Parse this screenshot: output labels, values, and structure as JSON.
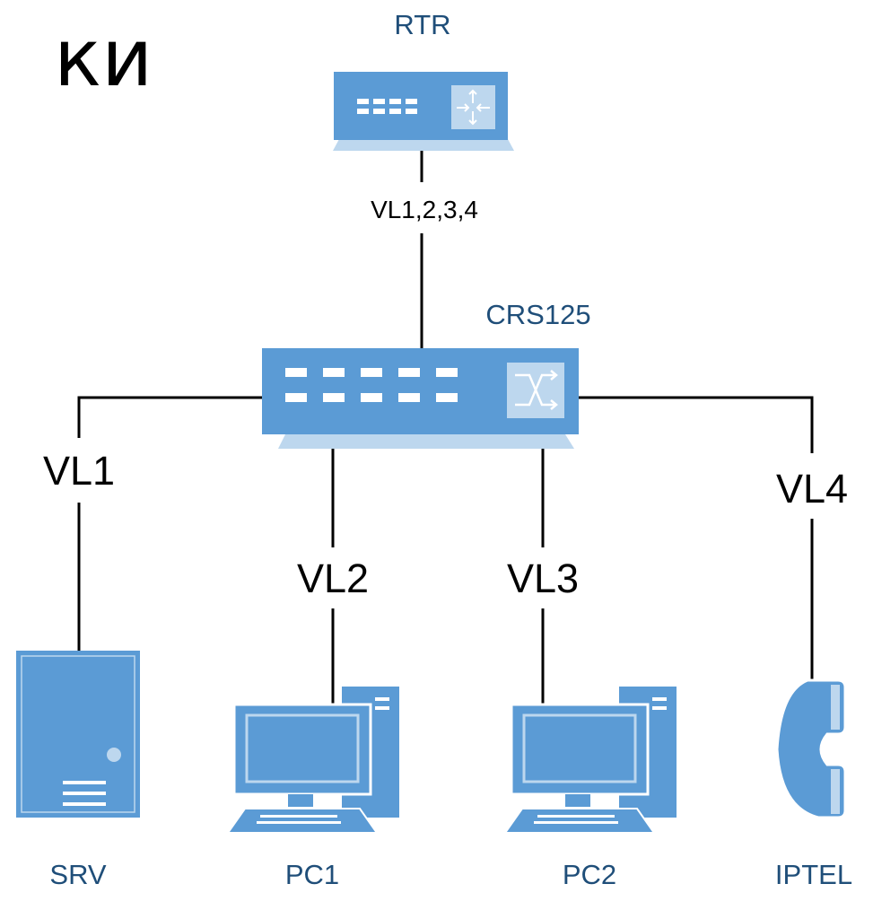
{
  "title_fragment": "ки",
  "devices": {
    "rtr": {
      "label": "RTR",
      "icon": "router-icon"
    },
    "crs": {
      "label": "CRS125",
      "icon": "switch-icon"
    },
    "srv": {
      "label": "SRV",
      "icon": "server-icon"
    },
    "pc1": {
      "label": "PC1",
      "icon": "workstation-icon"
    },
    "pc2": {
      "label": "PC2",
      "icon": "workstation-icon"
    },
    "iptel": {
      "label": "IPTEL",
      "icon": "phone-icon"
    }
  },
  "links": {
    "trunk": "VL1,2,3,4",
    "srv": "VL1",
    "pc1": "VL2",
    "pc2": "VL3",
    "iptel": "VL4"
  },
  "colors": {
    "device_fill": "#5b9bd5",
    "device_light": "#bdd7ee",
    "device_dark": "#2e6da4",
    "label_color": "#1f4e79",
    "wire": "#000000"
  }
}
